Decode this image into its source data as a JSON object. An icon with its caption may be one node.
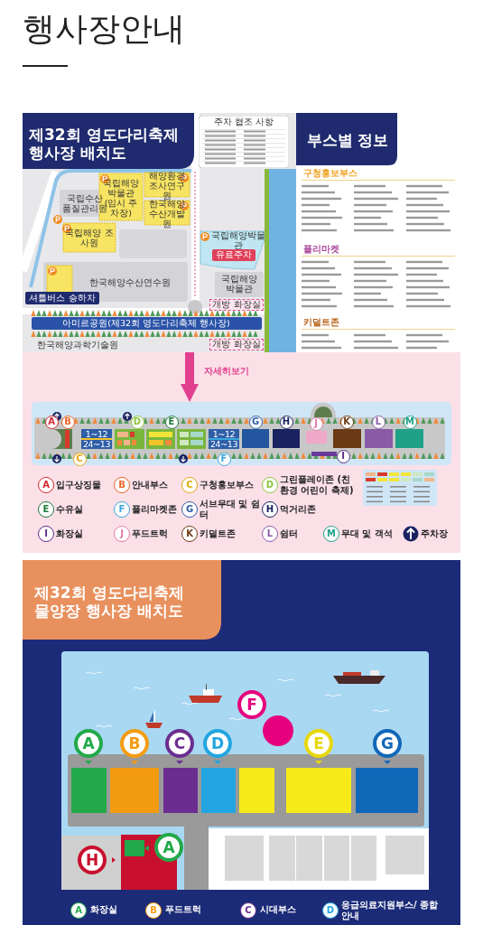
{
  "diagram": {
    "title": "행사장안내",
    "nodes": [
      {
        "text": [],
        "shape": "picture"
      },
      {
        "text": [],
        "shape": "picture"
      }
    ],
    "edges": [
      {
        "from": 0,
        "to": 1,
        "arrow": "to",
        "label": "자세히보기"
      }
    ],
    "labels": [
      "제32회 영도다리축제 행사장 배치도",
      "부스별 정보",
      "구청홍보부스",
      "플리마켓",
      "키덜트존",
      "주차 협조 사항",
      "국립수산 품질관리원",
      "국립해양 박물관 (임시 주차장)",
      "해양환경 조사연구원",
      "한국해양 수산개발원",
      "국립해양 조사원",
      "국립해양박물관",
      "유료주차",
      "한국해양수산연수원",
      "셔틀버스 승하차",
      "국립해양 박물관",
      "개방 화장실",
      "아미르공원(제32회 영도다리축제 행사장)",
      "한국해양과학기술원",
      "개방 화장실",
      "A",
      "B",
      "1~12",
      "24~13",
      "C",
      "D",
      "E",
      "F",
      "1~12",
      "24~13",
      "G",
      "H",
      "J",
      "K",
      "L",
      "M",
      "I",
      "A",
      "B",
      "C",
      "D",
      "E",
      "F",
      "G",
      "H",
      "I",
      "J",
      "K",
      "L",
      "M",
      "제32회 영도다리축제 물양장 행사장 배치도",
      "F",
      "A",
      "B",
      "C",
      "D",
      "E",
      "G",
      "H",
      "A",
      "A",
      "B",
      "C",
      "D"
    ],
    "legend": [
      {
        "text": "입구상징물"
      },
      {
        "text": "안내부스"
      },
      {
        "text": "구청홍보부스"
      },
      {
        "text": "그린플레이존 (친환경 어린이 축제)"
      },
      {
        "text": "수유실"
      },
      {
        "text": "플리마켓존"
      },
      {
        "text": "서브무대 및 쉼터"
      },
      {
        "text": "먹거리존"
      },
      {
        "text": "화장실"
      },
      {
        "text": "푸드트럭"
      },
      {
        "text": "키덜트존"
      },
      {
        "text": "쉼터"
      },
      {
        "text": "무대 및 객석"
      },
      {
        "text": "주차장"
      },
      {
        "text": "화장실"
      },
      {
        "text": "푸드트럭"
      },
      {
        "text": "시대부스"
      },
      {
        "text": "응급의료지원부스/ 종합안내"
      }
    ]
  }
}
